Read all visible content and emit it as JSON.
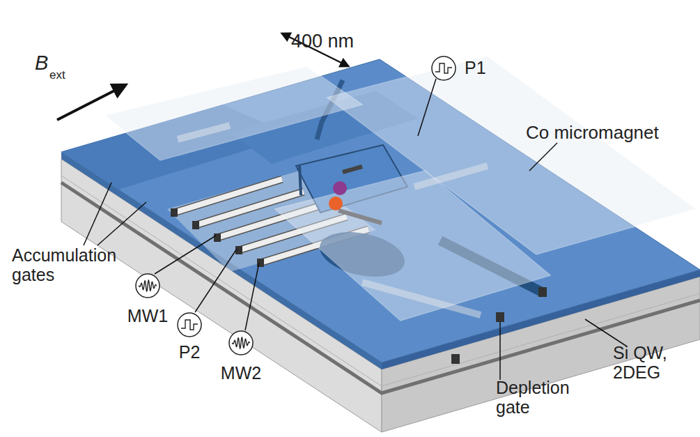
{
  "diagram": {
    "nodes": [
      {
        "text": [
          "P1"
        ]
      },
      {
        "text": [
          "MW1"
        ]
      },
      {
        "text": [
          "P2"
        ]
      },
      {
        "text": [
          "MW2"
        ]
      }
    ],
    "labels": [
      "400 nm",
      "B",
      "ext",
      "Co micromagnet",
      "Accumulation gates",
      "Si QW, 2DEG",
      "Depletion gate"
    ]
  }
}
